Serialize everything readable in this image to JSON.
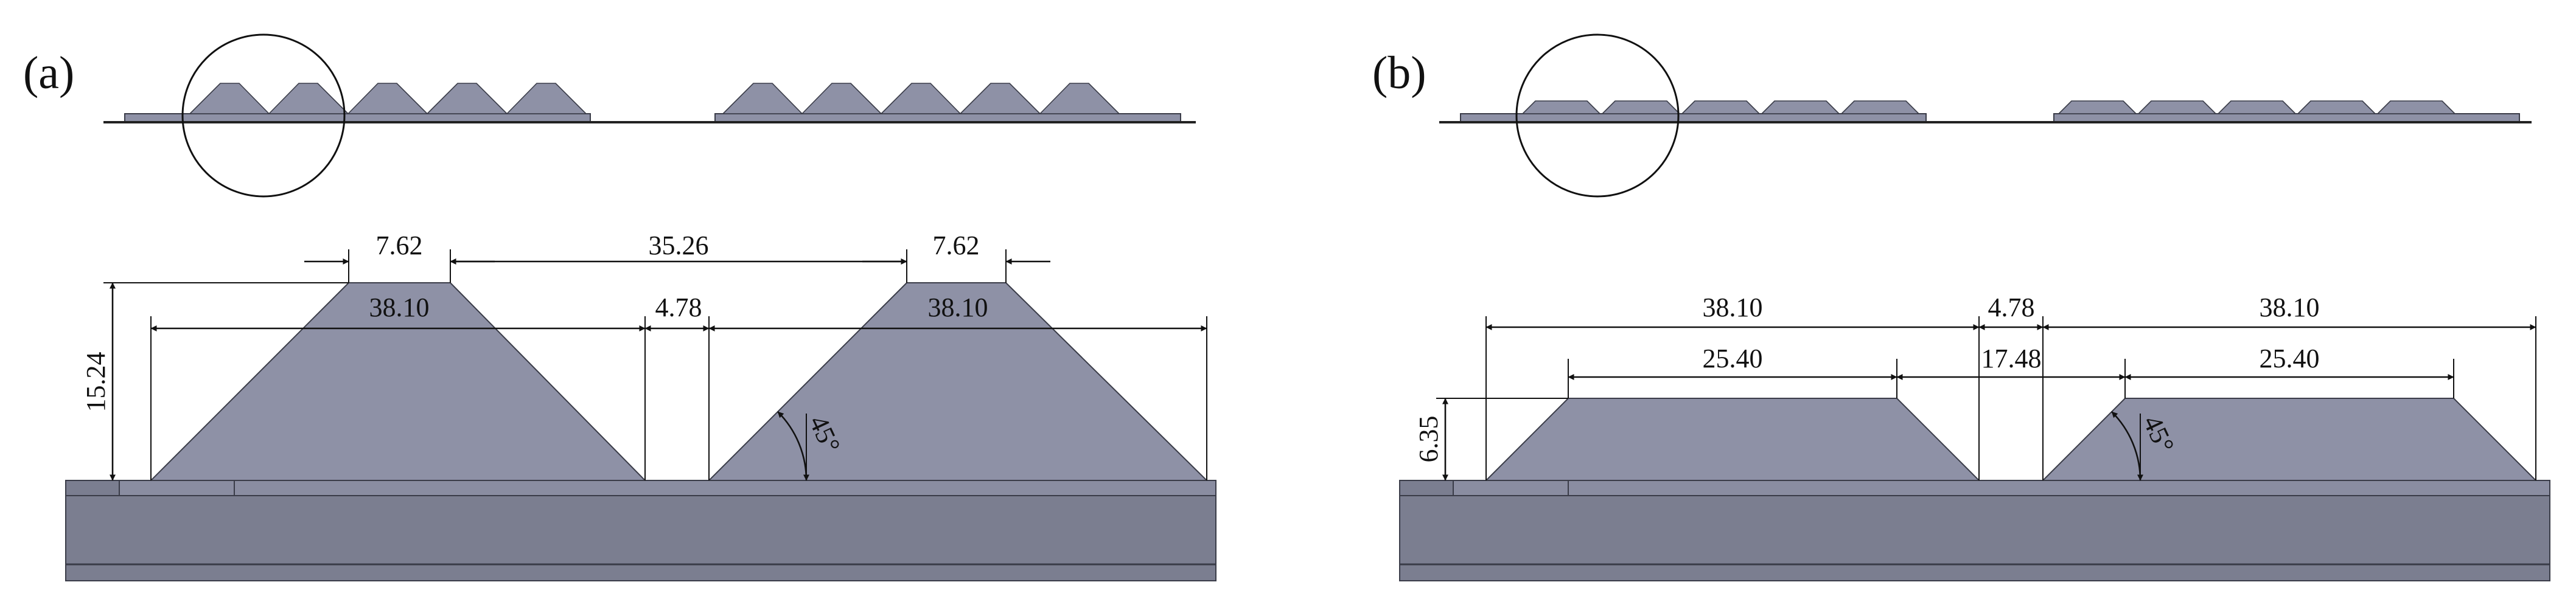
{
  "colors": {
    "part": "#8e91a6",
    "base_top": "#8a8da1",
    "base_body": "#7b7e90",
    "outline": "#3a3c48",
    "line": "#111111"
  },
  "panels": [
    {
      "label": "(a)",
      "dims": {
        "top_left": "7.62",
        "top_mid": "35.26",
        "top_right": "7.62",
        "base_left": "38.10",
        "gap": "4.78",
        "base_right": "38.10",
        "height": "15.24",
        "angle": "45°"
      }
    },
    {
      "label": "(b)",
      "dims": {
        "base_left": "38.10",
        "gap": "4.78",
        "base_right": "38.10",
        "top_left": "25.40",
        "top_mid": "17.48",
        "top_right": "25.40",
        "height": "6.35",
        "angle": "45°"
      }
    }
  ]
}
